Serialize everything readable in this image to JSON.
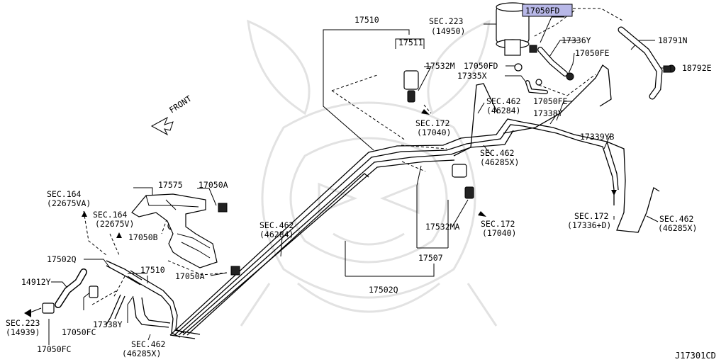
{
  "labels": {
    "p17510_top": "17510",
    "sec223_top": "SEC.223",
    "sec223_top_ref": "(14950)",
    "p17050fd_hl": "17050FD",
    "p17336y": "17336Y",
    "p18791n": "18791N",
    "p17511": "17511",
    "p17532m": "17532M",
    "p17050fd": "17050FD",
    "p17050fe_a": "17050FE",
    "p17335x": "17335X",
    "p18792e": "18792E",
    "sec462_a": "SEC.462",
    "sec462_a_ref": "(46284)",
    "p17050fe_b": "17050FE",
    "p17338y_top": "17338Y",
    "sec172_a": "SEC.172",
    "sec172_a_ref": "(17040)",
    "p17339yb": "17339YB",
    "sec462_b": "SEC.462",
    "sec462_b_ref": "(46285X)",
    "front": "FRONT",
    "sec164_a": "SEC.164",
    "sec164_a_ref": "(22675VA)",
    "p17575": "17575",
    "p17050a_top": "17050A",
    "sec164_b": "SEC.164",
    "sec164_b_ref": "(22675V)",
    "p17050b": "17050B",
    "sec462_c": "SEC.462",
    "sec462_c_ref": "(46284)",
    "p17532ma": "17532MA",
    "sec172_b": "SEC.172",
    "sec172_b_ref": "(17040)",
    "sec172_c": "SEC.172",
    "sec172_c_ref": "(17336+D)",
    "sec462_d": "SEC.462",
    "sec462_d_ref": "(46285X)",
    "p17502q_left": "17502Q",
    "p17510_left": "17510",
    "p17507": "17507",
    "p17050a_bottom": "17050A",
    "p14912y": "14912Y",
    "p17502q_bottom": "17502Q",
    "sec223_left": "SEC.223",
    "sec223_left_ref": "(14939)",
    "p17050fc_a": "17050FC",
    "p17338y_left": "17338Y",
    "p17050fc_b": "17050FC",
    "sec462_e": "SEC.462",
    "sec462_e_ref": "(46285X)",
    "diagram_code": "J17301CD"
  },
  "highlight_color": "#b8b8e8",
  "watermark": "samurai-helmet-logo"
}
